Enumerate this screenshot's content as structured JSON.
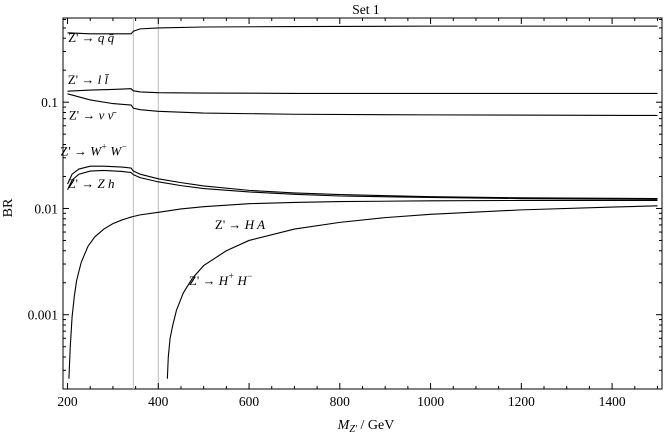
{
  "chart_data": {
    "type": "line",
    "title": "Set 1",
    "xlabel_main": "M",
    "xlabel_sub": "Z'",
    "xlabel_unit": " / GeV",
    "ylabel": "BR",
    "yscale": "log",
    "xlim": [
      190,
      1510
    ],
    "ylim": [
      0.0002,
      0.62
    ],
    "x_ticks": [
      200,
      400,
      600,
      800,
      1000,
      1200,
      1400
    ],
    "y_ticks": [
      0.001,
      0.01,
      0.1
    ],
    "y_tick_labels": [
      "0.001",
      "0.01",
      "0.1"
    ],
    "vertical_lines": [
      345,
      400
    ],
    "series": [
      {
        "x": [
          200,
          250,
          300,
          340,
          345,
          360,
          400,
          500,
          700,
          1000,
          1500
        ],
        "y": [
          0.45,
          0.44,
          0.44,
          0.44,
          0.465,
          0.49,
          0.5,
          0.51,
          0.515,
          0.52,
          0.52
        ]
      },
      {
        "x": [
          200,
          250,
          300,
          340,
          345,
          360,
          400,
          500,
          700,
          1000,
          1500
        ],
        "y": [
          0.127,
          0.13,
          0.132,
          0.134,
          0.128,
          0.125,
          0.123,
          0.122,
          0.121,
          0.121,
          0.121
        ]
      },
      {
        "x": [
          200,
          250,
          300,
          340,
          345,
          360,
          400,
          500,
          700,
          1000,
          1500
        ],
        "y": [
          0.12,
          0.105,
          0.097,
          0.094,
          0.088,
          0.085,
          0.082,
          0.079,
          0.077,
          0.076,
          0.075
        ]
      },
      {
        "x": [
          200,
          210,
          225,
          250,
          280,
          320,
          340,
          345,
          360,
          400,
          450,
          500,
          600,
          700,
          800,
          1000,
          1200,
          1500
        ],
        "y": [
          0.017,
          0.021,
          0.0235,
          0.025,
          0.025,
          0.0245,
          0.024,
          0.0225,
          0.021,
          0.019,
          0.0175,
          0.0163,
          0.0148,
          0.014,
          0.0135,
          0.0129,
          0.0126,
          0.0124
        ]
      },
      {
        "x": [
          200,
          210,
          225,
          250,
          280,
          320,
          340,
          345,
          360,
          400,
          450,
          500,
          600,
          700,
          800,
          1000,
          1200,
          1500
        ],
        "y": [
          0.015,
          0.0185,
          0.021,
          0.0225,
          0.0228,
          0.0223,
          0.0218,
          0.0208,
          0.0195,
          0.0178,
          0.0164,
          0.0154,
          0.0143,
          0.0136,
          0.0131,
          0.0127,
          0.0124,
          0.0122
        ]
      },
      {
        "x": [
          203,
          206,
          210,
          215,
          220,
          230,
          245,
          260,
          280,
          300,
          320,
          340,
          345,
          360,
          400,
          450,
          500,
          600,
          700,
          800,
          1000,
          1200,
          1500
        ],
        "y": [
          0.00025,
          0.0005,
          0.00095,
          0.0015,
          0.0021,
          0.0031,
          0.0044,
          0.0054,
          0.0064,
          0.0072,
          0.0078,
          0.0083,
          0.0084,
          0.0087,
          0.0092,
          0.0099,
          0.0104,
          0.0111,
          0.0114,
          0.0116,
          0.0118,
          0.0119,
          0.0119
        ]
      },
      {
        "x": [
          420,
          422,
          426,
          432,
          440,
          455,
          475,
          500,
          550,
          600,
          700,
          800,
          900,
          1000,
          1200,
          1400,
          1500
        ],
        "y": [
          0.00025,
          0.0004,
          0.0006,
          0.0008,
          0.0011,
          0.0016,
          0.0022,
          0.0029,
          0.004,
          0.005,
          0.0064,
          0.0074,
          0.0082,
          0.0088,
          0.0097,
          0.0103,
          0.0106
        ]
      }
    ],
    "annotations": [
      {
        "prefix": "Z' → ",
        "math": "q",
        "sup1": "",
        "mid": " ",
        "math2": "q̄",
        "sup2": "",
        "x": 252,
        "y": 0.37
      },
      {
        "prefix": "Z' → ",
        "math": "l",
        "sup1": "",
        "mid": " ",
        "math2": "l̄",
        "sup2": "",
        "x": 245,
        "y": 0.148
      },
      {
        "prefix": "Z' → ",
        "math": "ν",
        "sup1": "",
        "mid": " ",
        "math2": "ν̄",
        "sup2": "",
        "x": 252,
        "y": 0.069
      },
      {
        "prefix": "Z' → ",
        "math": "W",
        "sup1": "+",
        "mid": " ",
        "math2": "W",
        "sup2": "−",
        "x": 258,
        "y": 0.0315
      },
      {
        "prefix": "Z' → ",
        "math": "Z",
        "sup1": "",
        "mid": " ",
        "math2": "h",
        "sup2": "",
        "x": 252,
        "y": 0.0155
      },
      {
        "prefix": "Z' → ",
        "math": "H",
        "sup1": "",
        "mid": " ",
        "math2": "A",
        "sup2": "",
        "x": 580,
        "y": 0.0064
      },
      {
        "prefix": "Z' → ",
        "math": "H",
        "sup1": "+",
        "mid": " ",
        "math2": "H",
        "sup2": "−",
        "x": 538,
        "y": 0.0019
      }
    ]
  }
}
